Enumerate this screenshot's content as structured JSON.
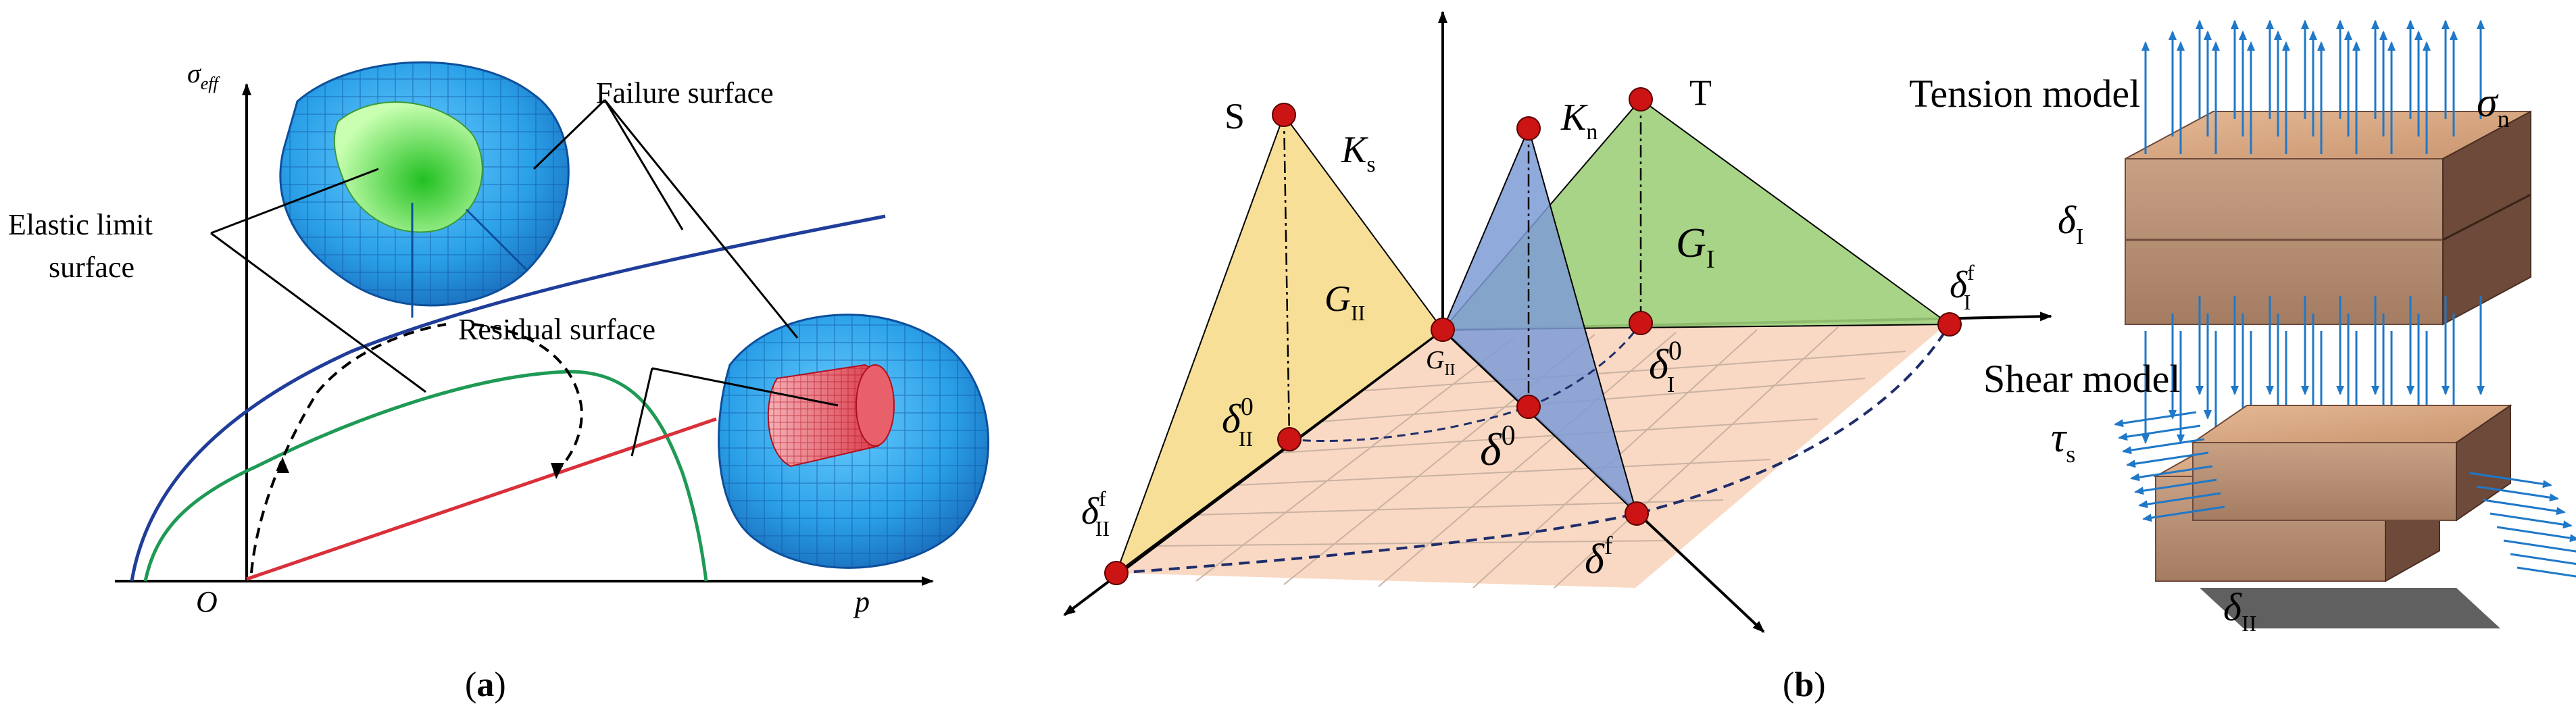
{
  "panel_a": {
    "caption": "(a)",
    "caption_letter": "a",
    "y_axis_symbol": "σ",
    "y_axis_subscript": "eff",
    "x_axis_symbol": "p",
    "origin_label": "O",
    "label_failure_surface": "Failure surface",
    "label_elastic_limit_line1": "Elastic limit",
    "label_elastic_limit_line2": "surface",
    "label_residual_surface": "Residual surface",
    "colors": {
      "failure_curve": "#1f3d99",
      "elastic_curve": "#1e9a55",
      "residual_line": "#d9303a",
      "shell_blue": "#2aa0e8",
      "inner_green": "#7ee87a",
      "inner_red": "#e8606a"
    }
  },
  "panel_b": {
    "caption": "(b)",
    "caption_letter": "b",
    "label_S": "S",
    "label_T": "T",
    "ks_symbol": "K",
    "ks_sub": "s",
    "kn_symbol": "K",
    "kn_sub": "n",
    "g1_symbol": "G",
    "g1_sub": "I",
    "g2_symbol": "G",
    "g2_sub": "II",
    "g2_small_symbol": "G",
    "g2_small_sub": "II",
    "delta": "δ",
    "d1f_sub": "I",
    "d1f_sup": "f",
    "d10_sub": "I",
    "d10_sup": "0",
    "d20_sub": "II",
    "d20_sup": "0",
    "d2f_sub": "II",
    "d2f_sup": "f",
    "d0_sup": "0",
    "df_sup": "f",
    "colors": {
      "shear_triangle": "#f7dc8c",
      "tension_triangle": "#9fcf7a",
      "mixed_triangle": "#7e9bd6",
      "floor": "#f9d9c4",
      "node": "#cc1414",
      "dashed_curve": "#1f2d6b"
    }
  },
  "panel_c": {
    "tension_title": "Tension model",
    "sigma_symbol": "σ",
    "sigma_sub": "n",
    "tension_delta_sub": "I",
    "shear_title": "Shear model",
    "tau_symbol": "τ",
    "tau_sub": "s",
    "shear_delta_sub": "II",
    "colors": {
      "block_top": "#d9a881",
      "block_front": "#c09070",
      "block_side": "#6e4a3b",
      "arrow": "#1f78c8"
    }
  }
}
